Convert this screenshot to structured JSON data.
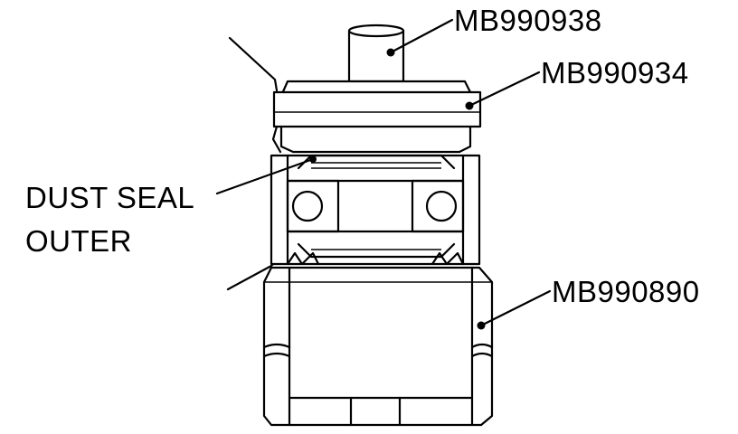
{
  "labels": {
    "tool_top": "MB990938",
    "tool_upper": "MB990934",
    "part": "DUST SEAL",
    "part_line2": "OUTER",
    "tool_lower": "MB990890"
  }
}
